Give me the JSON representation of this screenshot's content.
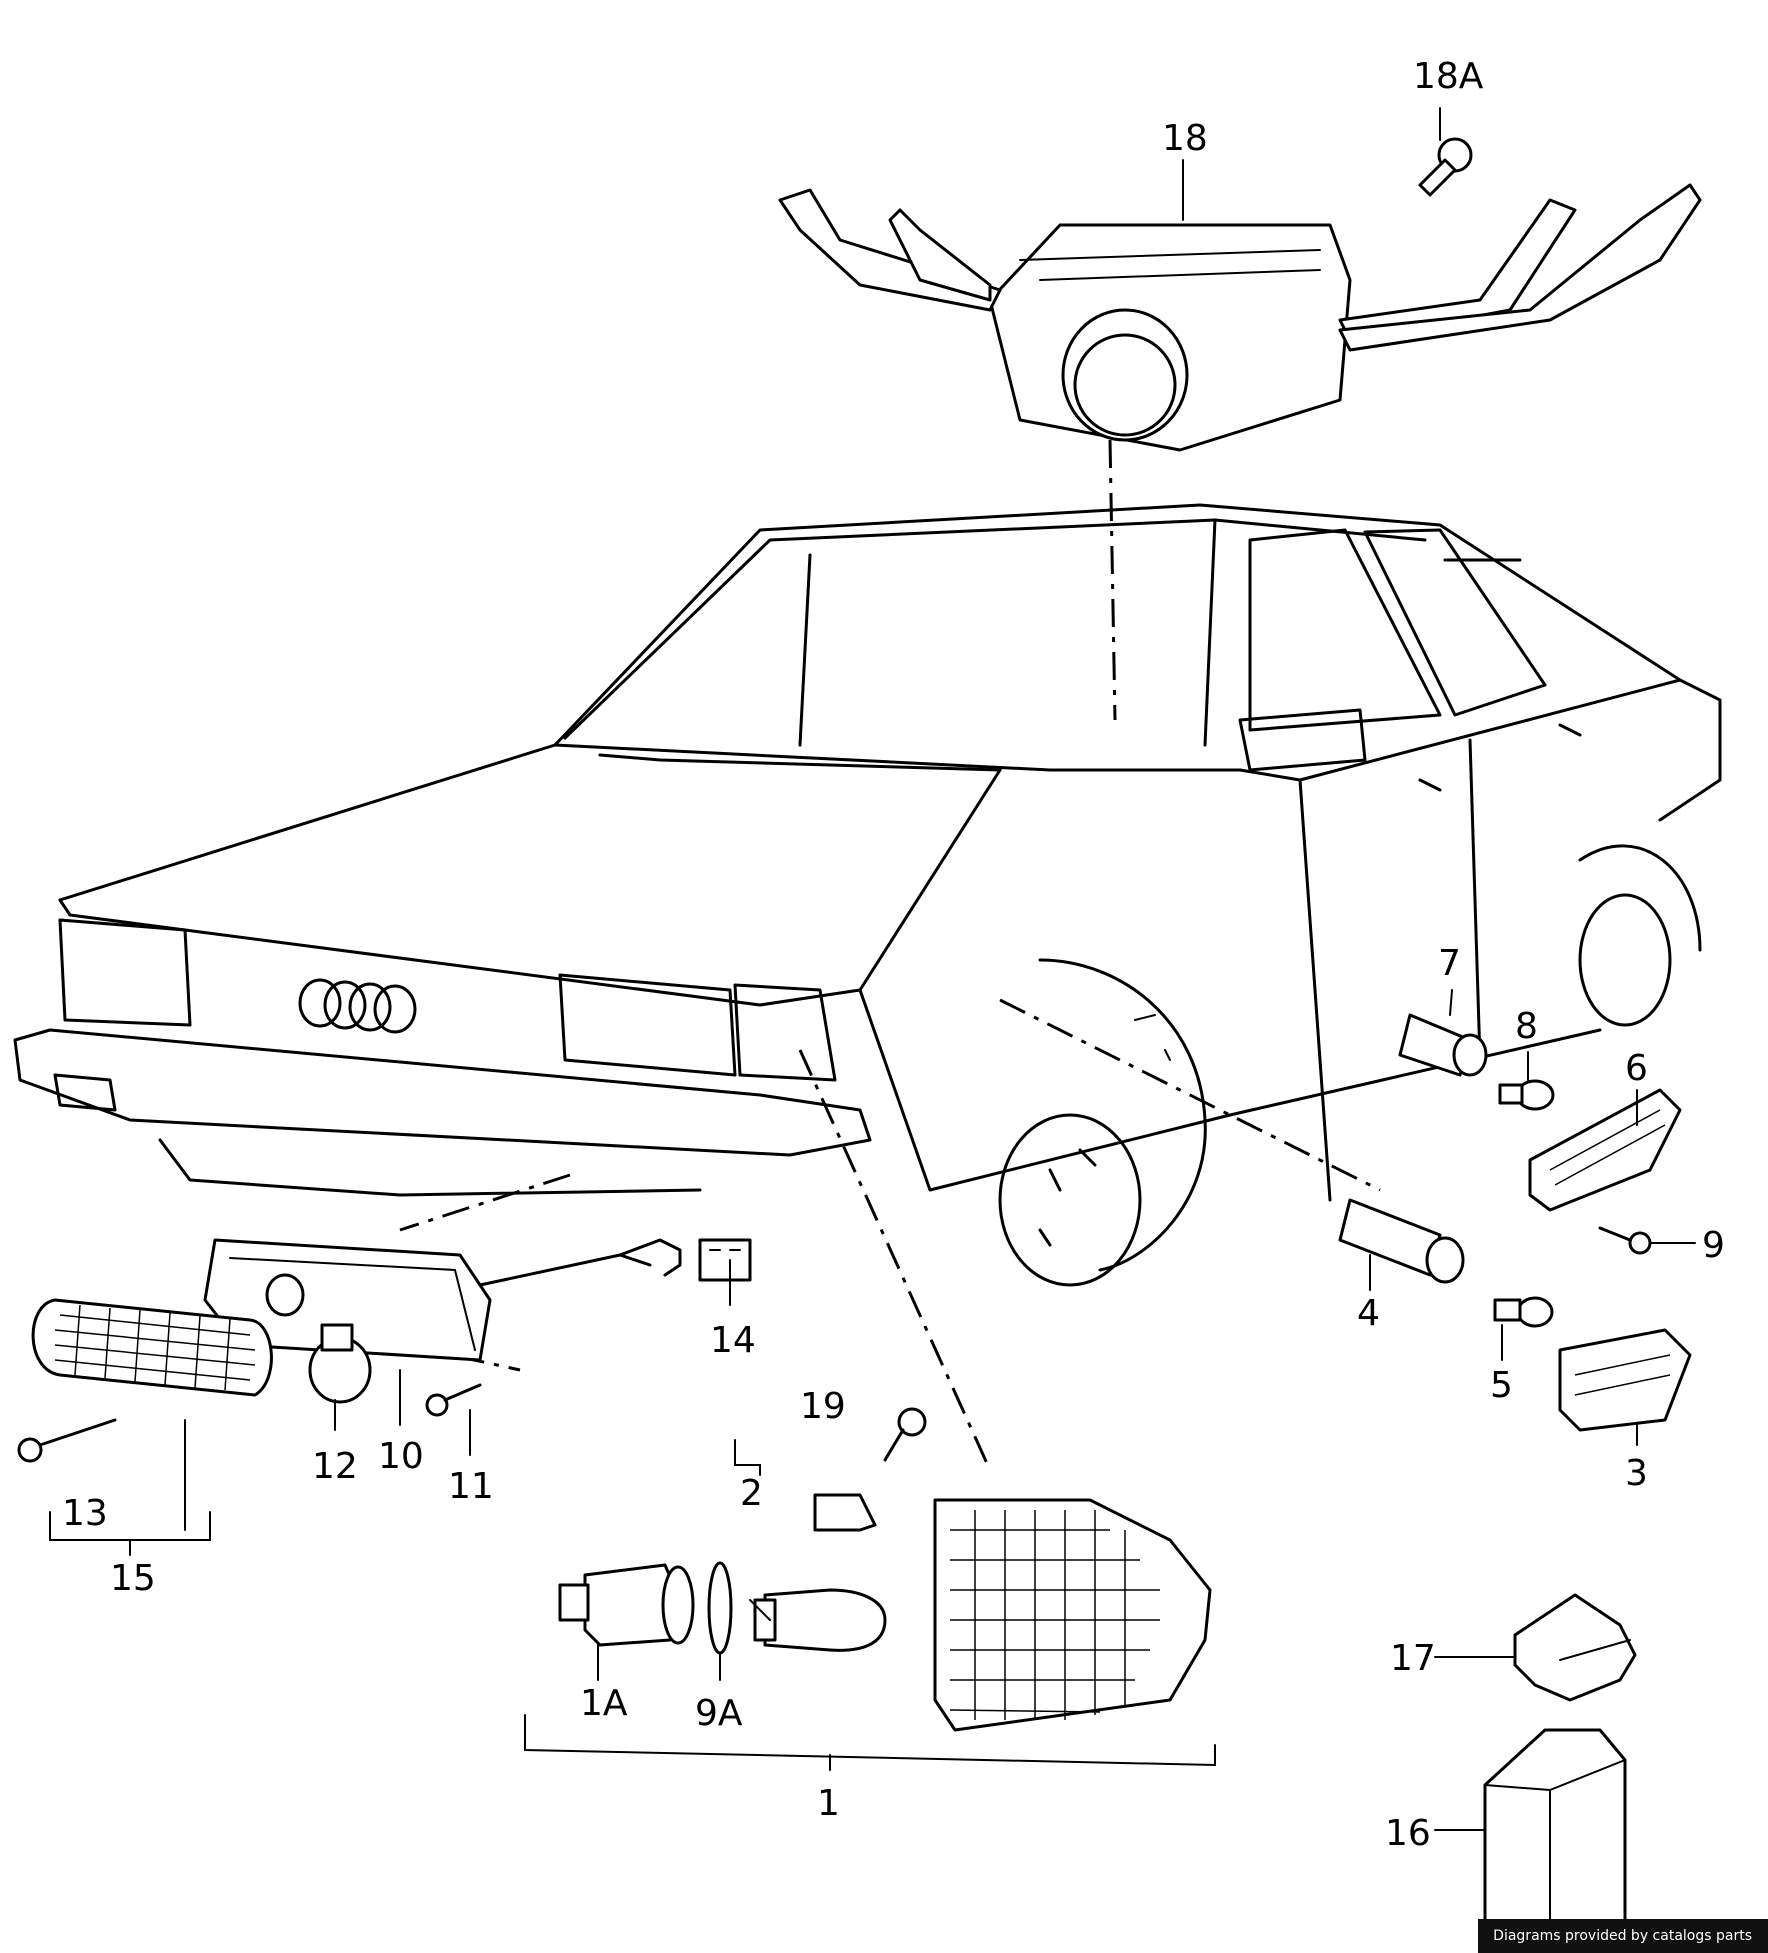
{
  "diagram": {
    "labels": {
      "l1": "1",
      "l1A": "1A",
      "l2": "2",
      "l3": "3",
      "l4": "4",
      "l5": "5",
      "l6": "6",
      "l7": "7",
      "l8": "8",
      "l9": "9",
      "l9A": "9A",
      "l10": "10",
      "l11": "11",
      "l12": "12",
      "l13": "13",
      "l14": "14",
      "l15": "15",
      "l16": "16",
      "l17": "17",
      "l18": "18",
      "l18A": "18A",
      "l19": "19"
    }
  },
  "footer": {
    "credit": "Diagrams provided by catalogs parts"
  }
}
